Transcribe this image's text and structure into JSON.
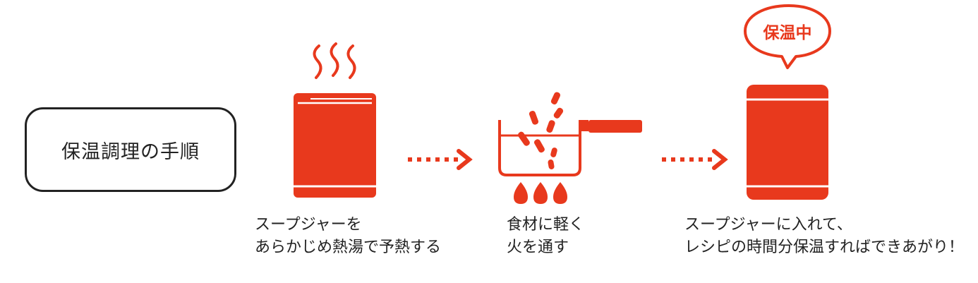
{
  "title": "保温調理の手順",
  "bubble": "保温中",
  "steps": [
    {
      "line1": "スープジャーを",
      "line2": "あらかじめ熱湯で予熱する"
    },
    {
      "line1": "食材に軽く",
      "line2": "火を通す"
    },
    {
      "line1": "スープジャーに入れて、",
      "line2": "レシピの時間分保温すればできあがり！"
    }
  ],
  "colors": {
    "accent": "#E8391D",
    "text": "#222222",
    "background": "#FFFFFF"
  }
}
